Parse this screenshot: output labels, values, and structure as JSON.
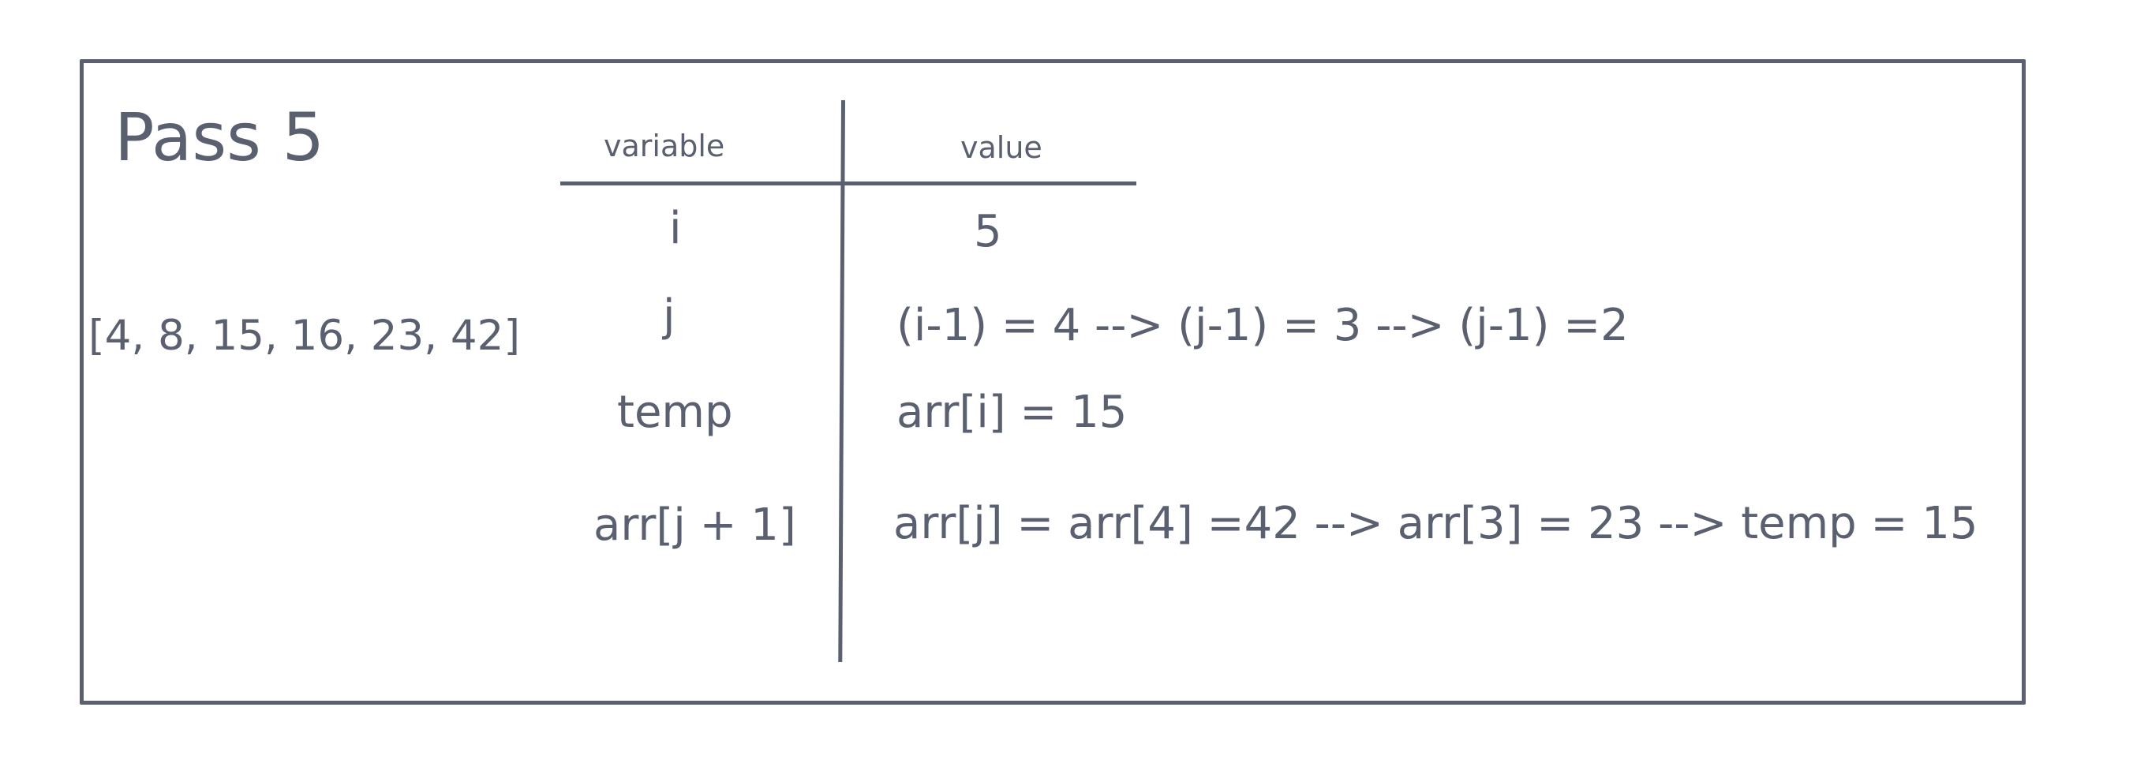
{
  "title": "Pass 5",
  "array_state": "[4, 8, 15, 16, 23, 42]",
  "table": {
    "headers": {
      "variable": "variable",
      "value": "value"
    },
    "rows": [
      {
        "variable": "i",
        "value": "5"
      },
      {
        "variable": "j",
        "value": "(i-1) = 4 --> (j-1) = 3 --> (j-1) =2"
      },
      {
        "variable": "temp",
        "value": "arr[i] = 15"
      },
      {
        "variable": "arr[j + 1]",
        "value": "arr[j] = arr[4] =42 --> arr[3] = 23 --> temp = 15"
      }
    ]
  },
  "colors": {
    "ink": "#5a6070",
    "background": "#ffffff"
  }
}
